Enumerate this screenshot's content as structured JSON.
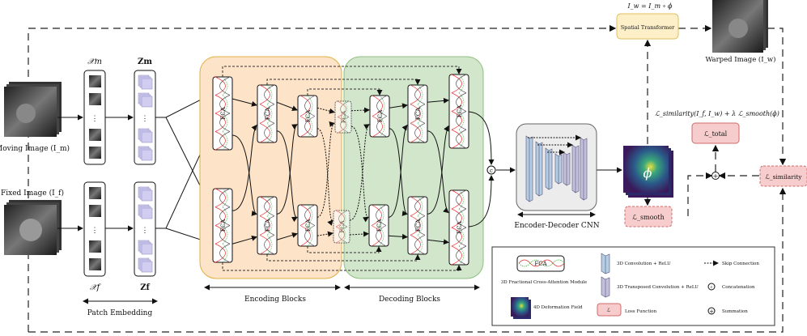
{
  "inputs": {
    "moving_label": "Moving Image (I_m)",
    "fixed_label": "Fixed Image (I_f)"
  },
  "patch": {
    "xm": "𝒳m",
    "zm": "Zm",
    "xf": "𝒳f",
    "zf": "Zf",
    "dots": "⋮",
    "label": "Patch Embedding"
  },
  "blocks": {
    "fca": "FCA",
    "encoding_label": "Encoding Blocks",
    "decoding_label": "Decoding Blocks"
  },
  "concat_symbol": "c",
  "cnn": {
    "label": "Encoder-Decoder CNN"
  },
  "phi": "ϕ",
  "spatial": {
    "formula": "I_w = I_m ∘ ϕ",
    "label": "Spatial Transformer"
  },
  "warped_label": "Warped Image (I_w)",
  "loss": {
    "formula": "ℒ_similarity(I_f, I_w) + λ ℒ_smooth(ϕ)",
    "total": "ℒ_total",
    "smooth": "ℒ_smooth",
    "similarity": "ℒ_similarity",
    "plus": "+"
  },
  "legend": {
    "fca_module": "3D Fractional Cross-Attention Module",
    "conv": "3D Convolution + ReLU",
    "skip": "Skip Connection",
    "tconv": "3D Transposed Convolution + ReLU",
    "concat": "Concatenation",
    "deform": "4D Deformation Field",
    "loss_symbol": "ℒ",
    "loss": "Loss Function",
    "sum": "Summation"
  },
  "colors": {
    "encoding": "#fde3c8",
    "encoding_border": "#e0b040",
    "decoding": "#d2e6cc",
    "decoding_border": "#8fbf7f",
    "spatial": "#fdf0c8",
    "loss": "#f6cccc",
    "loss_border": "#d06a6a",
    "conv": "#b6cde6",
    "tconv": "#c3c0dc",
    "patch": "#d0cdf0"
  }
}
